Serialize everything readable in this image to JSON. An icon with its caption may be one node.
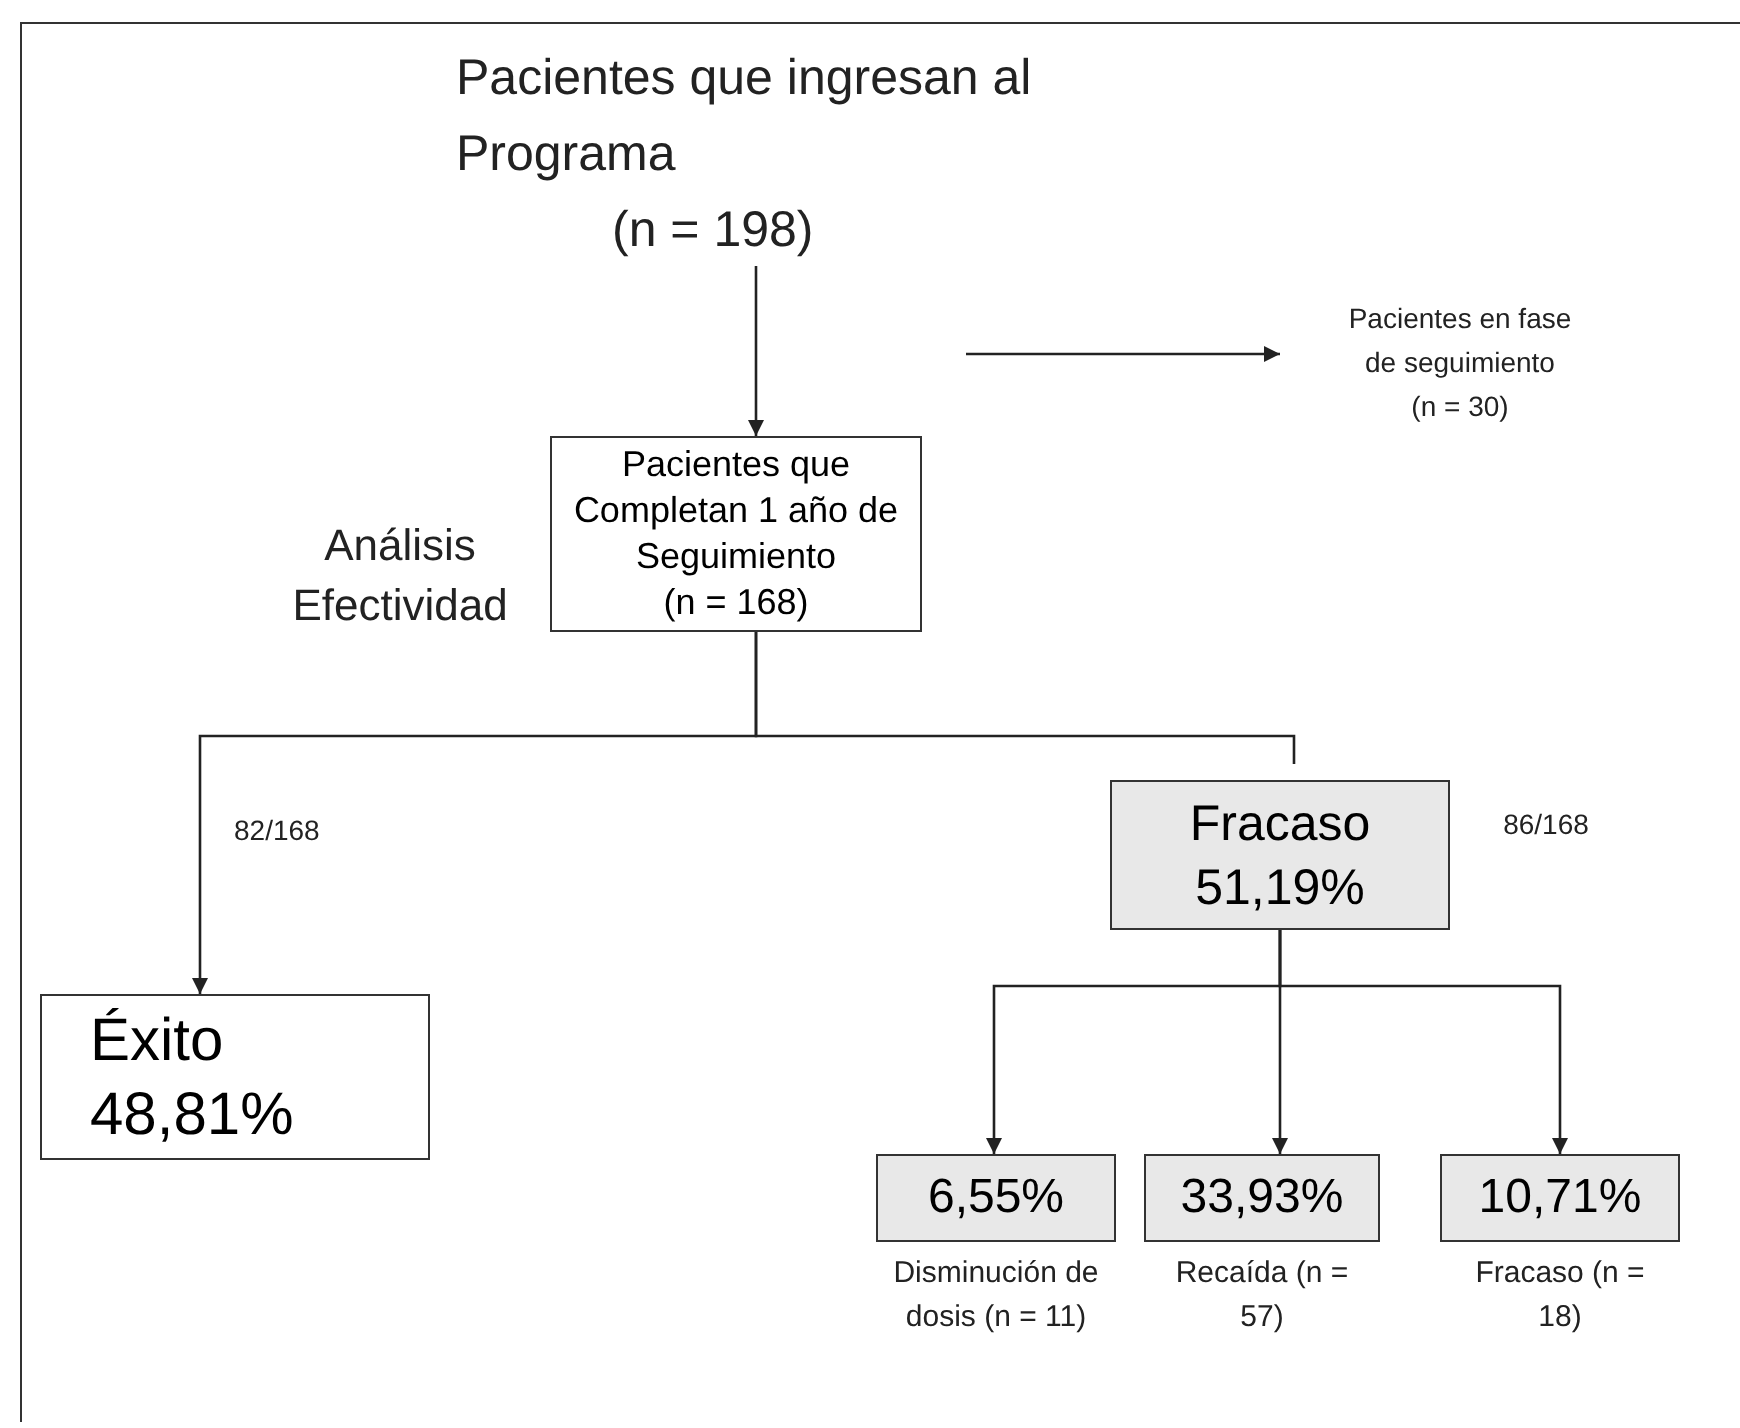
{
  "diagram": {
    "nodes": [
      {
        "text": [
          "Pacientes que ingresan al Programa",
          "(n = 198)"
        ]
      },
      {
        "text": [
          "Pacientes que Completan 1 año de Seguimiento",
          "(n = 168)"
        ]
      },
      {
        "text": [
          "Pacientes en fase de seguimiento",
          "(n = 30)"
        ]
      },
      {
        "text": [
          "Fracaso 51,19%"
        ],
        "beside": [
          "86/168"
        ]
      },
      {
        "text": [
          "Éxito 48,81%"
        ]
      },
      {
        "text": [
          "6,55%"
        ],
        "beside": [
          "Disminución de dosis (n = 11)"
        ]
      },
      {
        "text": [
          "33,93%"
        ],
        "beside": [
          "Recaída (n = 57)"
        ]
      },
      {
        "text": [
          "10,71%"
        ],
        "beside": [
          "Fracaso (n = 18)"
        ]
      }
    ],
    "edges": [
      {
        "from": 0,
        "to": 1,
        "arrow": "to"
      },
      {
        "from": null,
        "to": 2,
        "arrow": "to"
      },
      {
        "from": 1,
        "to": 4,
        "arrow": "to",
        "label": "82/168"
      },
      {
        "from": 1,
        "to": 3,
        "arrow": "none"
      },
      {
        "from": 3,
        "to": 5,
        "arrow": "to"
      },
      {
        "from": 3,
        "to": 6,
        "arrow": "to"
      },
      {
        "from": 3,
        "to": 7,
        "arrow": "to"
      }
    ],
    "labels": [
      "Análisis Efectividad"
    ]
  }
}
